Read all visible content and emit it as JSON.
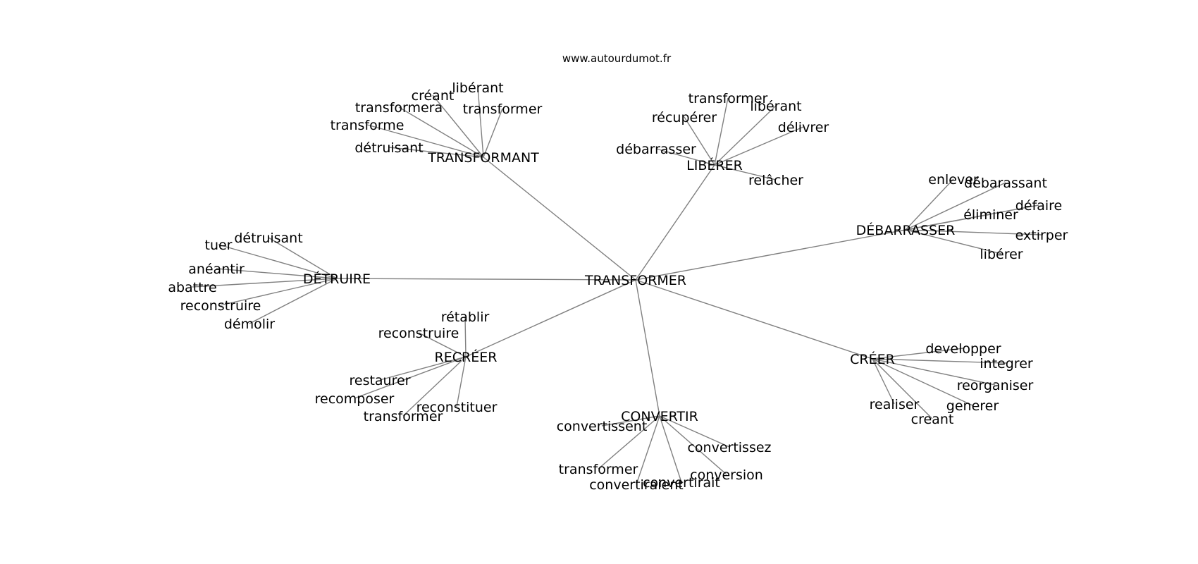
{
  "header": {
    "site": "www.autourdumot.fr"
  },
  "graph": {
    "center": "TRANSFORMER",
    "groups": [
      {
        "label": "TRANSFORMANT",
        "leaves": [
          "libérant",
          "créant",
          "transformera",
          "transformer",
          "transforme",
          "détruisant"
        ]
      },
      {
        "label": "LIBÉRER",
        "leaves": [
          "transformer",
          "libérant",
          "récupérer",
          "délivrer",
          "débarrasser",
          "relâcher"
        ]
      },
      {
        "label": "DÉBARRASSER",
        "leaves": [
          "enlever",
          "débarassant",
          "défaire",
          "éliminer",
          "extirper",
          "libérer"
        ]
      },
      {
        "label": "DÉTRUIRE",
        "leaves": [
          "détruisant",
          "tuer",
          "anéantir",
          "abattre",
          "reconstruire",
          "démolir"
        ]
      },
      {
        "label": "RECRÉER",
        "leaves": [
          "rétablir",
          "reconstruire",
          "restaurer",
          "recomposer",
          "reconstituer",
          "transformer"
        ]
      },
      {
        "label": "CRÉER",
        "leaves": [
          "developper",
          "integrer",
          "reorganiser",
          "generer",
          "realiser",
          "creant"
        ]
      },
      {
        "label": "CONVERTIR",
        "leaves": [
          "convertissent",
          "convertissez",
          "transformer",
          "conversion",
          "convertiraient",
          "convertirait"
        ]
      }
    ]
  }
}
